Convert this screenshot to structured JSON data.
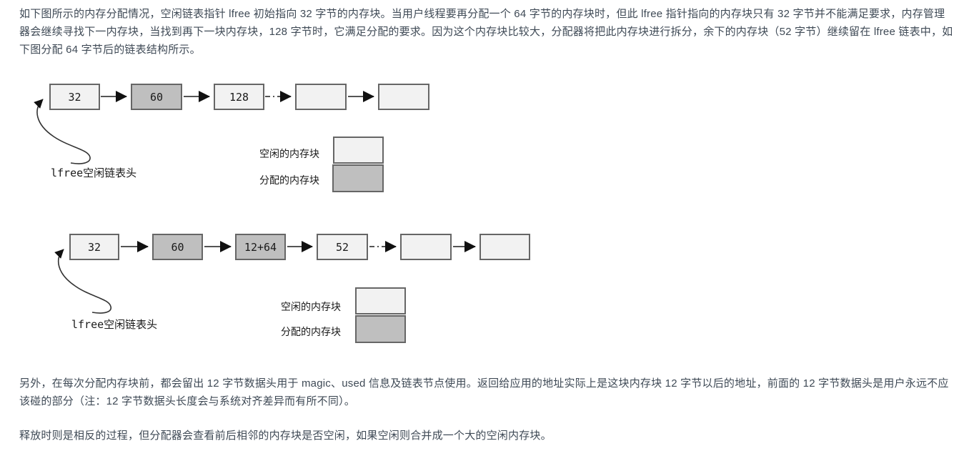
{
  "paragraphs": {
    "p1": "如下图所示的内存分配情况，空闲链表指针 lfree 初始指向 32 字节的内存块。当用户线程要再分配一个 64 字节的内存块时，但此 lfree 指针指向的内存块只有 32 字节并不能满足要求，内存管理器会继续寻找下一内存块，当找到再下一块内存块，128 字节时，它满足分配的要求。因为这个内存块比较大，分配器将把此内存块进行拆分，余下的内存块（52 字节）继续留在 lfree 链表中，如下图分配 64 字节后的链表结构所示。",
    "p2": "另外，在每次分配内存块前，都会留出 12 字节数据头用于 magic、used 信息及链表节点使用。返回给应用的地址实际上是这块内存块 12 字节以后的地址，前面的 12 字节数据头是用户永远不应该碰的部分（注：12 字节数据头长度会与系统对齐差异而有所不同）。",
    "p3": "释放时则是相反的过程，但分配器会查看前后相邻的内存块是否空闲，如果空闲则合并成一个大的空闲内存块。"
  },
  "diagram1": {
    "pointer_label": "lfree空闲链表头",
    "nodes": [
      {
        "label": "32",
        "state": "free"
      },
      {
        "label": "60",
        "state": "allocated"
      },
      {
        "label": "128",
        "state": "free"
      },
      {
        "label": "",
        "state": "free"
      },
      {
        "label": "",
        "state": "free"
      }
    ],
    "legend": {
      "free_label": "空闲的内存块",
      "allocated_label": "分配的内存块"
    }
  },
  "diagram2": {
    "pointer_label": "lfree空闲链表头",
    "nodes": [
      {
        "label": "32",
        "state": "free"
      },
      {
        "label": "60",
        "state": "allocated"
      },
      {
        "label": "12+64",
        "state": "allocated"
      },
      {
        "label": "52",
        "state": "free"
      },
      {
        "label": "",
        "state": "free"
      },
      {
        "label": "",
        "state": "free"
      }
    ],
    "legend": {
      "free_label": "空闲的内存块",
      "allocated_label": "分配的内存块"
    }
  },
  "colors": {
    "text": "#3f4a56",
    "free_fill": "#f2f2f2",
    "allocated_fill": "#bfbfbf",
    "box_border": "#666666",
    "arrow": "#555555"
  }
}
